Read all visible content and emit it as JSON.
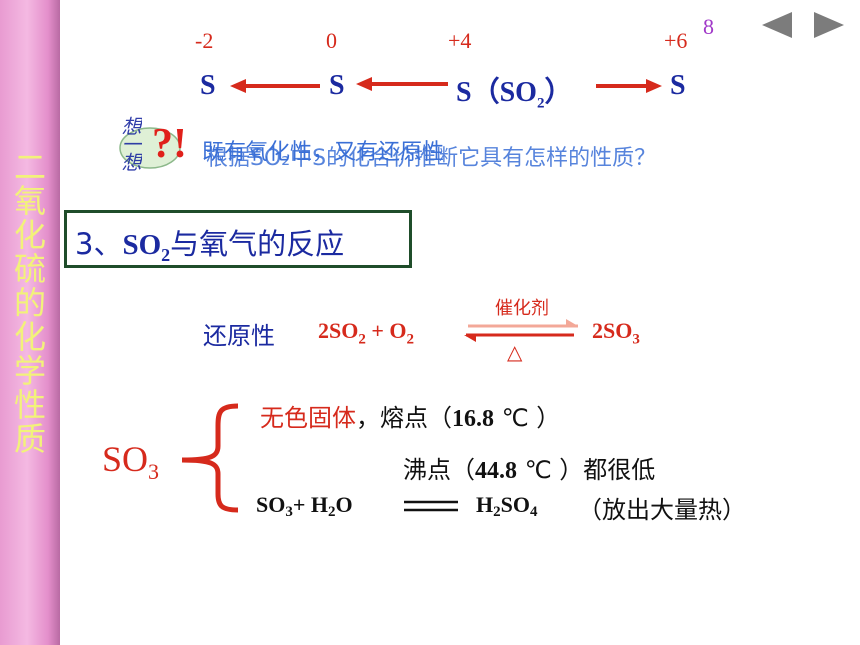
{
  "sidebar": {
    "title": "二氧化硫的化学性质"
  },
  "slide": {
    "page_number": "8"
  },
  "oxidation": {
    "states": [
      "-2",
      "0",
      "+4",
      "+6"
    ],
    "species": [
      "S",
      "S",
      "S（SO",
      "）",
      "S"
    ],
    "so2_sub": "2"
  },
  "question": {
    "badge_text": "想一想",
    "mark": "?!",
    "text_a": "既有氧化性，又有还原性",
    "text_b": "根据SO₂中S的化合价推断它具有怎样的性质？"
  },
  "section": {
    "prefix": "3、",
    "chem": "SO",
    "sub": "2",
    "suffix": "与氧气的反应"
  },
  "reaction": {
    "label": "还原性",
    "lhs": "2SO",
    "lhs_sub": "2",
    "plus_o2": "+ O",
    "o2_sub": "2",
    "catalyst": "催化剂",
    "heat": "△",
    "rhs": "2SO",
    "rhs_sub": "3"
  },
  "so3": {
    "label": "SO",
    "label_sub": "3",
    "prop1_red": "无色固体",
    "prop1_rest": "，熔点（",
    "prop1_value": "16.8",
    "prop1_unit": "℃ ）",
    "prop2_rest": "沸点（",
    "prop2_value": "44.8",
    "prop2_unit": "℃ ）都很低",
    "eq_lhs": "SO",
    "eq_lhs_sub": "3",
    "eq_plus": "+ H",
    "eq_h_sub": "2",
    "eq_o": "O",
    "eq_rhs_h": "H",
    "eq_rhs_h_sub": "2",
    "eq_rhs_so": "SO",
    "eq_rhs_so_sub": "4",
    "eq_note": "（放出大量热）"
  },
  "colors": {
    "sidebar": "#e89bd1",
    "sidebar_text": "#f2f27a",
    "red": "#d62a1c",
    "blue": "#1b2aa0",
    "question": "#3a6fd6"
  }
}
